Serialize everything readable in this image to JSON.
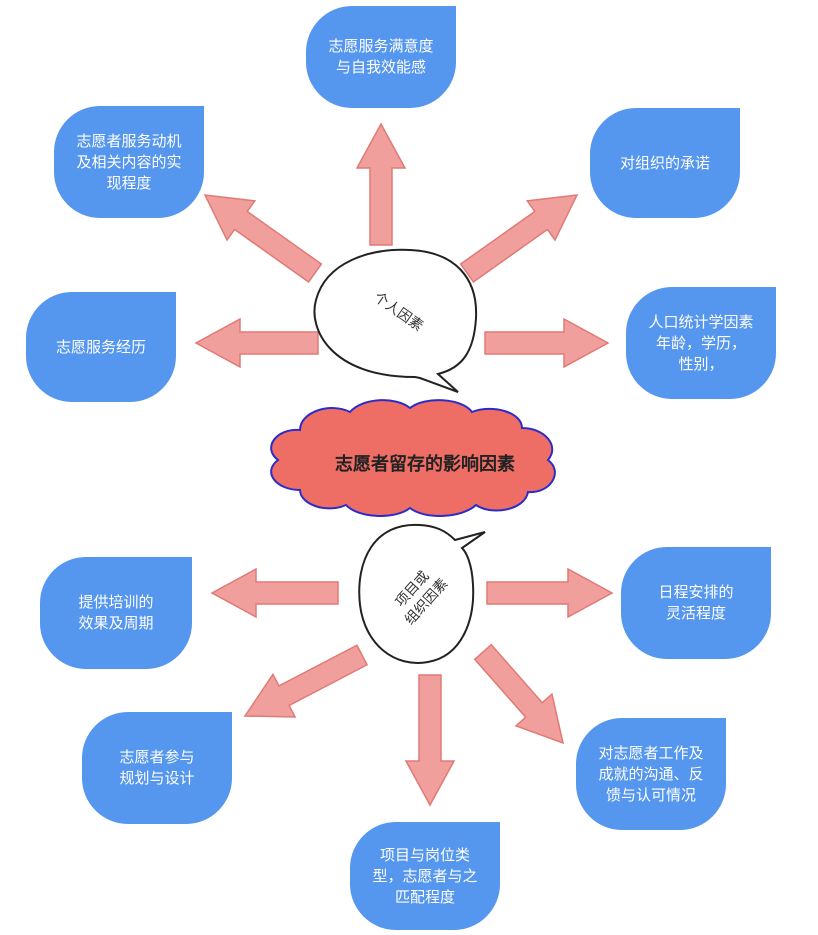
{
  "center": {
    "label": "志愿者留存的影响因素"
  },
  "personal": {
    "label": "个人因素",
    "items": [
      "志愿服务满意度\n与自我效能感",
      "志愿者服务动机\n及相关内容的实\n现程度",
      "对组织的承诺",
      "志愿服务经历",
      "人口统计学因素\n年龄，学历，\n性别，"
    ]
  },
  "organizational": {
    "label": "项目或\n组织因素",
    "items": [
      "提供培训的\n效果及周期",
      "日程安排的\n灵活程度",
      "志愿者参与\n规划与设计",
      "对志愿者工作及\n成就的沟通、反\n馈与认可情况",
      "项目与岗位类\n型，志愿者与之\n匹配程度"
    ]
  },
  "colors": {
    "leaf": "#5596ee",
    "arrow_fill": "#f19f9c",
    "arrow_stroke": "#e07a76",
    "cloud_fill": "#ee6e66",
    "cloud_stroke": "#2c2cc8"
  }
}
